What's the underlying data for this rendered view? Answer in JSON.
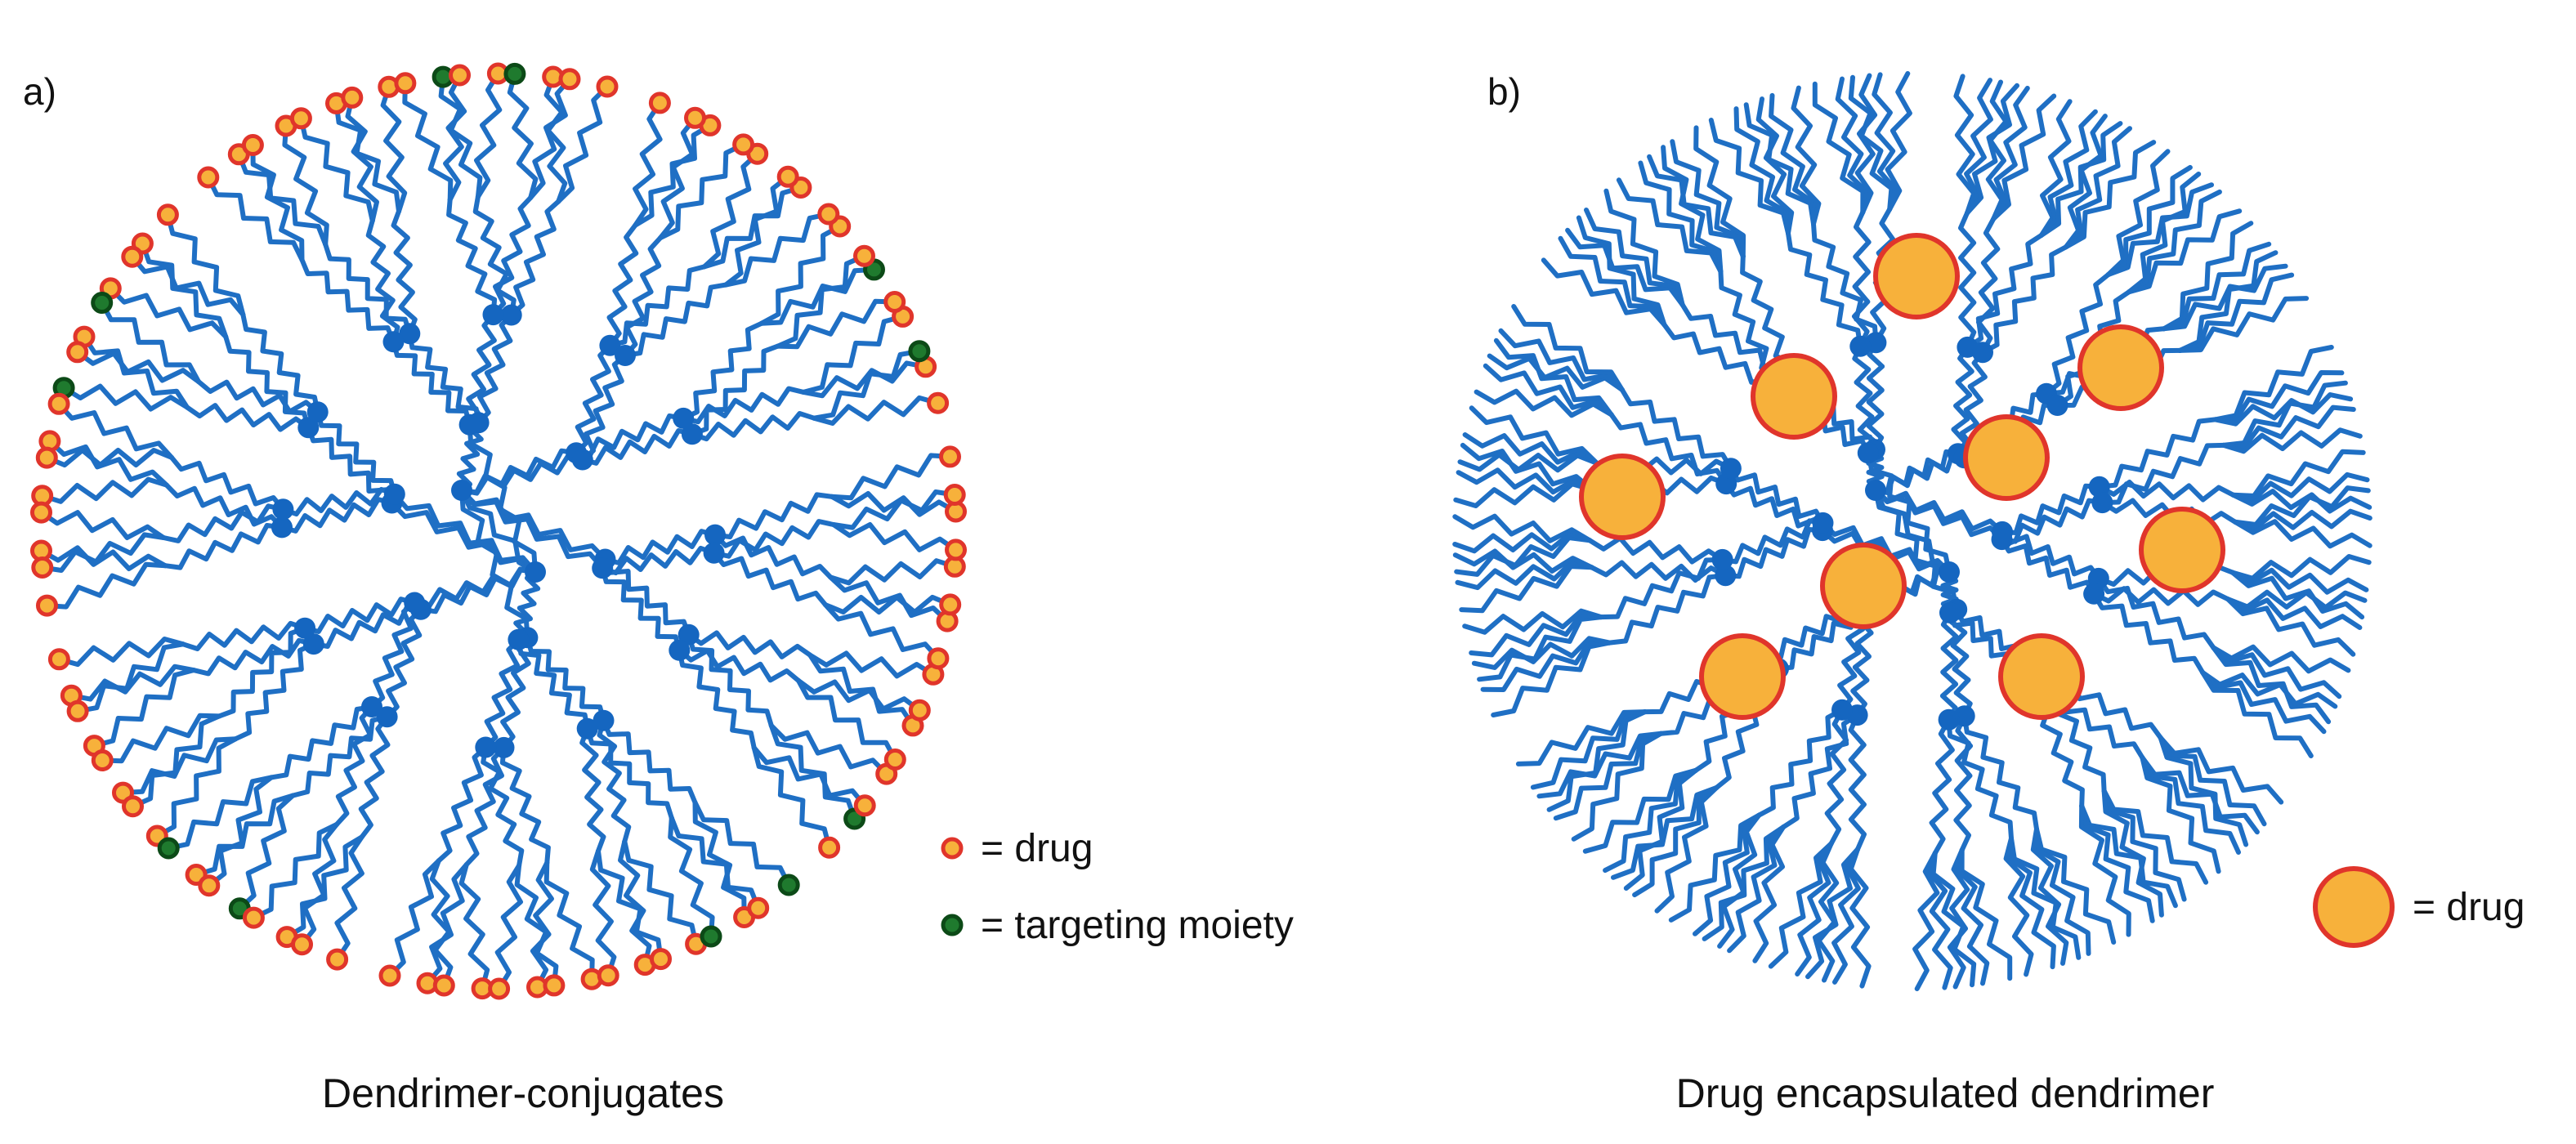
{
  "panels": [
    {
      "label": "a)",
      "caption": "Dendrimer-conjugates",
      "legend": [
        {
          "symbol": "drug-dot",
          "text": "= drug"
        },
        {
          "symbol": "targeting-dot",
          "text": "= targeting moiety"
        }
      ]
    },
    {
      "label": "b)",
      "caption": "Drug encapsulated dendrimer",
      "legend": [
        {
          "symbol": "drug-circle",
          "text": "= drug"
        }
      ]
    }
  ],
  "colors": {
    "branch": "#1f6fc4",
    "node": "#1566c0",
    "drug_fill": "#f7b13b",
    "drug_stroke": "#e0352b",
    "targeting_fill": "#1f7a2e",
    "targeting_stroke": "#0c4a17",
    "text": "#111111"
  }
}
